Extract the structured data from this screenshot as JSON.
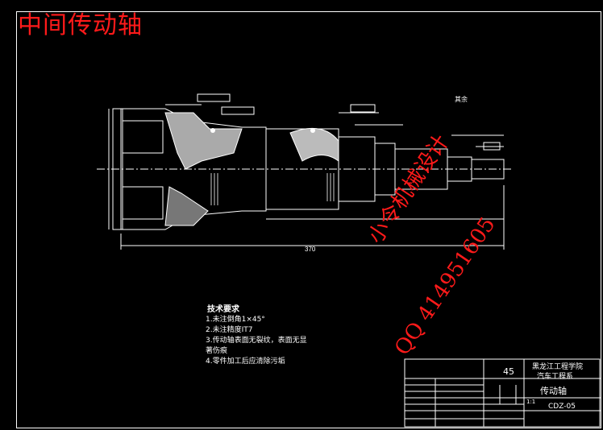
{
  "title": "中间传动轴",
  "drawing": {
    "roughness_label": "其余",
    "dim_length": "370"
  },
  "tech_requirements": {
    "heading": "技术要求",
    "items": [
      "1.未注倒角1×45°",
      "2.未注精度IT7",
      "3.传动轴表面无裂纹，表面无显",
      "  著伤痕",
      "4.零件加工后应清除污垢"
    ]
  },
  "watermark": {
    "line1": "小令机械设计",
    "line2": "QQ 414951605"
  },
  "title_block": {
    "material": "45",
    "school": "黑龙江工程学院",
    "department": "汽车工程系",
    "part_name": "传动轴",
    "scale": "1:1",
    "drawing_no": "CDZ-05"
  },
  "colors": {
    "background": "#000000",
    "lines": "#ffffff",
    "accent_red": "#ff1a1a"
  }
}
